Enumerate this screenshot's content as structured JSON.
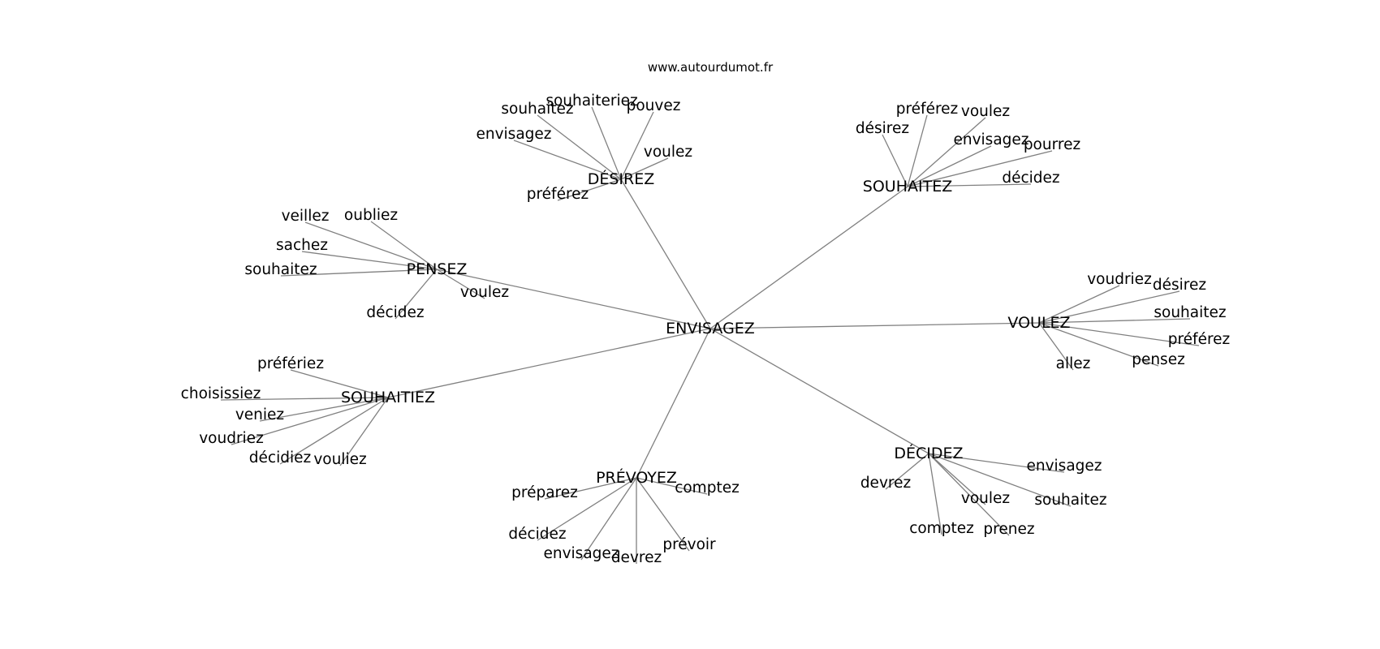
{
  "site": "www.autourdumot.fr",
  "center": "ENVISAGEZ",
  "groups": [
    {
      "hub": "DÉSIREZ",
      "words": [
        "souhaiteriez",
        "pouvez",
        "souhaitez",
        "envisagez",
        "voulez",
        "préférez"
      ]
    },
    {
      "hub": "SOUHAITEZ",
      "words": [
        "préférez",
        "voulez",
        "désirez",
        "envisagez",
        "pourrez",
        "décidez"
      ]
    },
    {
      "hub": "PENSEZ",
      "words": [
        "veillez",
        "oubliez",
        "sachez",
        "souhaitez",
        "voulez",
        "décidez"
      ]
    },
    {
      "hub": "VOULEZ",
      "words": [
        "voudriez",
        "désirez",
        "souhaitez",
        "préférez",
        "pensez",
        "allez"
      ]
    },
    {
      "hub": "SOUHAITIEZ",
      "words": [
        "préfériez",
        "choisissiez",
        "veniez",
        "voudriez",
        "décidiez",
        "vouliez"
      ]
    },
    {
      "hub": "DÉCIDEZ",
      "words": [
        "envisagez",
        "devrez",
        "voulez",
        "souhaitez",
        "comptez",
        "prenez"
      ]
    },
    {
      "hub": "PRÉVOYEZ",
      "words": [
        "préparez",
        "comptez",
        "décidez",
        "prévoir",
        "envisagez",
        "devrez"
      ]
    }
  ]
}
